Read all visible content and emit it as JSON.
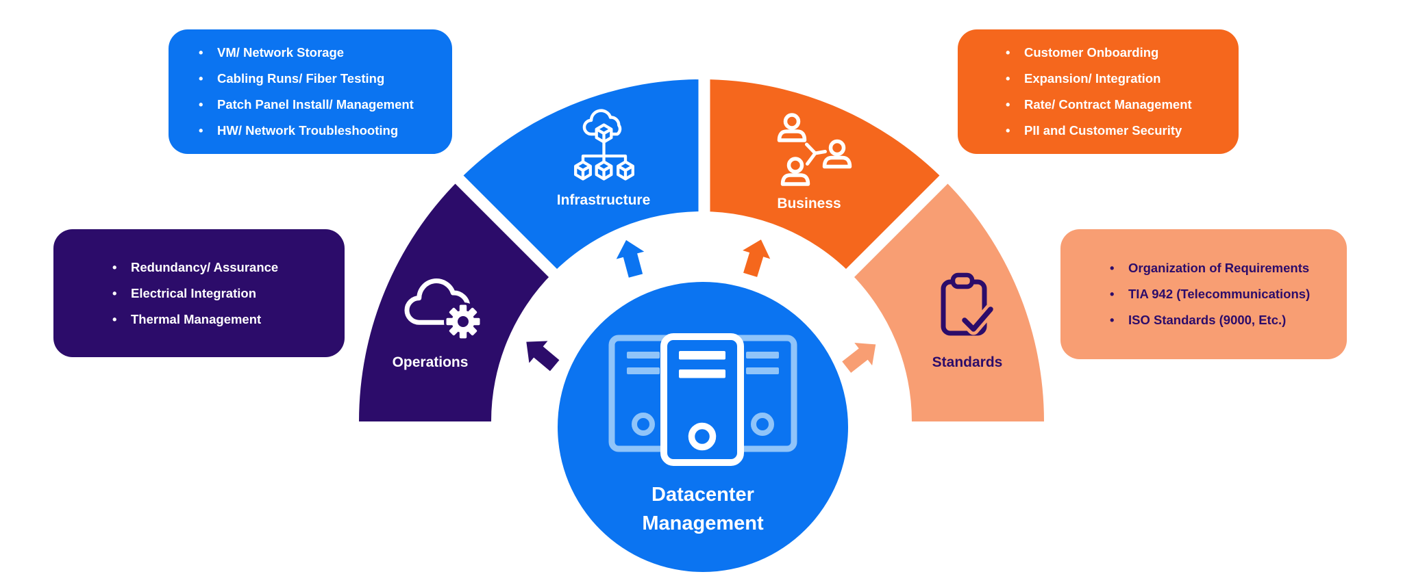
{
  "diagram": {
    "center": {
      "label_lines": [
        "Datacenter",
        "Management"
      ],
      "color": "#0B74F1",
      "icon": "server-rack-icon"
    },
    "segments": [
      {
        "label": "Operations",
        "color": "#2C0C6A",
        "label_color": "#FFFFFF",
        "icon": "cloud-gear-icon"
      },
      {
        "label": "Infrastructure",
        "color": "#0B74F1",
        "label_color": "#FFFFFF",
        "icon": "cloud-network-icon"
      },
      {
        "label": "Business",
        "color": "#F5671D",
        "label_color": "#FFFFFF",
        "icon": "team-connection-icon"
      },
      {
        "label": "Standards",
        "color": "#F89E73",
        "label_color": "#2C0C6A",
        "icon": "clipboard-check-icon"
      }
    ],
    "callouts": [
      {
        "for": "Infrastructure",
        "color": "#0B74F1",
        "text_color": "#FFFFFF",
        "items": [
          "VM/ Network Storage",
          "Cabling Runs/ Fiber Testing",
          "Patch Panel Install/ Management",
          "HW/ Network Troubleshooting"
        ]
      },
      {
        "for": "Business",
        "color": "#F5671D",
        "text_color": "#FFFFFF",
        "items": [
          "Customer Onboarding",
          "Expansion/ Integration",
          "Rate/ Contract Management",
          "PII and Customer Security"
        ]
      },
      {
        "for": "Operations",
        "color": "#2C0C6A",
        "text_color": "#FFFFFF",
        "items": [
          "Redundancy/ Assurance",
          "Electrical Integration",
          "Thermal Management"
        ]
      },
      {
        "for": "Standards",
        "color": "#F89E73",
        "text_color": "#2C0C6A",
        "items": [
          "Organization of Requirements",
          "TIA 942 (Telecommunications)",
          "ISO Standards (9000, Etc.)"
        ]
      }
    ],
    "colors": {
      "background": "#FFFFFF",
      "light_blue": "#90C4F9",
      "white": "#FFFFFF"
    }
  }
}
